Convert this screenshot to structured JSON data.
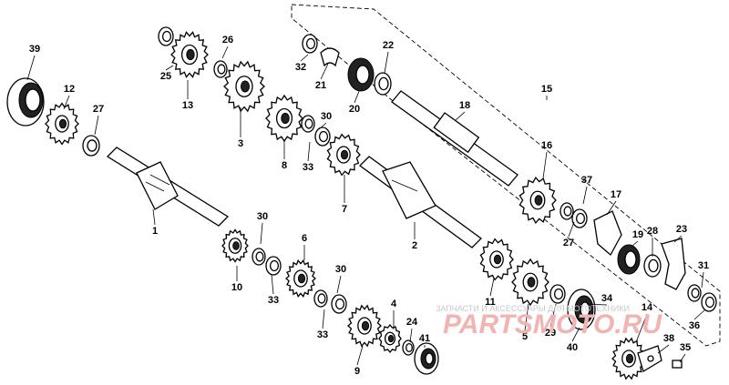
{
  "diagram": {
    "parts": [
      {
        "num": "39"
      },
      {
        "num": "12"
      },
      {
        "num": "27"
      },
      {
        "num": "1"
      },
      {
        "num": "25"
      },
      {
        "num": "26"
      },
      {
        "num": "13"
      },
      {
        "num": "3"
      },
      {
        "num": "8"
      },
      {
        "num": "30"
      },
      {
        "num": "33"
      },
      {
        "num": "7"
      },
      {
        "num": "2"
      },
      {
        "num": "30"
      },
      {
        "num": "10"
      },
      {
        "num": "33"
      },
      {
        "num": "6"
      },
      {
        "num": "30"
      },
      {
        "num": "33"
      },
      {
        "num": "9"
      },
      {
        "num": "4"
      },
      {
        "num": "24"
      },
      {
        "num": "41"
      },
      {
        "num": "11"
      },
      {
        "num": "5"
      },
      {
        "num": "29"
      },
      {
        "num": "40"
      },
      {
        "num": "32"
      },
      {
        "num": "21"
      },
      {
        "num": "20"
      },
      {
        "num": "22"
      },
      {
        "num": "18"
      },
      {
        "num": "15"
      },
      {
        "num": "16"
      },
      {
        "num": "37"
      },
      {
        "num": "17"
      },
      {
        "num": "27"
      },
      {
        "num": "19"
      },
      {
        "num": "28"
      },
      {
        "num": "23"
      },
      {
        "num": "31"
      },
      {
        "num": "34"
      },
      {
        "num": "14"
      },
      {
        "num": "36"
      },
      {
        "num": "38"
      },
      {
        "num": "35"
      }
    ]
  },
  "watermark": {
    "text": "ЗАПЧАСТИ И АКСЕССУАРЫ ДЛЯ МОТОТЕХНИКИ",
    "logo": "PARTSMOTO.RU",
    "color": "#e88a8a"
  }
}
